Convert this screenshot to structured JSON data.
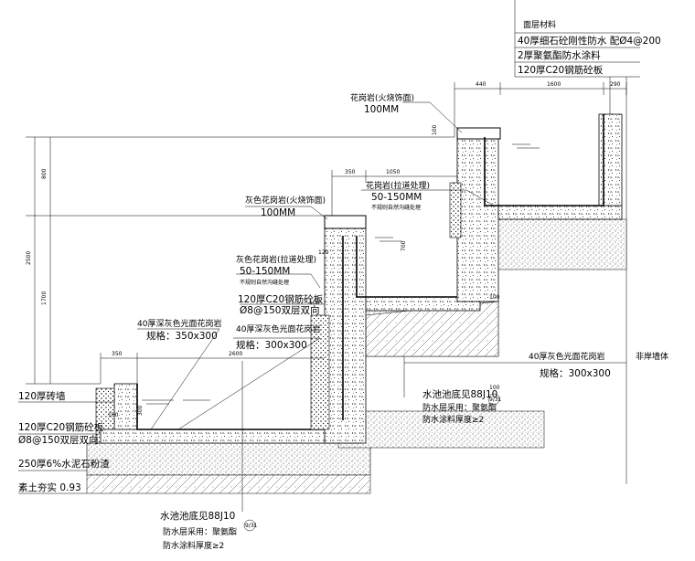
{
  "layers_table": {
    "header": "面层材料",
    "rows": [
      "40厚细石砼刚性防水 配Ø4@200",
      "2厚聚氨酯防水涂料",
      "120厚C20钢筋砼板"
    ]
  },
  "top_dims": [
    "440",
    "1600",
    "290"
  ],
  "mid_dims": [
    "350",
    "1050"
  ],
  "vertical_dims": [
    "2500",
    "800",
    "1700",
    "120",
    "700",
    "100"
  ],
  "small_dims": [
    "120",
    "100",
    "100",
    "100",
    "100",
    "100",
    "300",
    "350",
    "2600"
  ],
  "labels": {
    "granite_top": "花岗岩(火烧饰面)",
    "granite_top_thk": "100MM",
    "granite_mid": "花岗岩(拉道处理)",
    "granite_mid_thk": "50-150MM",
    "granite_mid_note": "不规则自然沟缝处理",
    "grey_granite_fire": "灰色花岗岩(火烧饰面)",
    "grey_granite_fire_thk": "100MM",
    "grey_granite_pull": "灰色花岗岩(拉道处理)",
    "grey_granite_pull_thk": "50-150MM",
    "grey_granite_pull_note": "不规则自然沟缝处理",
    "slab_left": "120厚C20钢筋砼板",
    "rebar_left": "Ø8@150双层双向",
    "grey_light_1": "40厚深灰色光面花岗岩",
    "grey_light_1_size": "规格：350x300",
    "dark_light": "40厚深灰色光面花岗岩",
    "dark_light_size": "规格：300x300",
    "brick_wall": "120厚砖墙",
    "slab_bottom": "120厚C20钢筋砼板",
    "rebar_bottom": "Ø8@150双层双向",
    "cement_base": "250厚6%水泥石粉渣",
    "soil": "素土夯实 0.93",
    "pool_ref_right": "水池池底见88J10",
    "pool_ref_right_circle": "9/31",
    "waterproof_right": "防水层采用：聚氨酯",
    "waterproof_thk_right": "防水涂料厚度≥2",
    "pool_ref_bottom": "水池池底见88J10",
    "pool_ref_bottom_circle": "9/31",
    "waterproof_bottom": "防水层采用：聚氨酯",
    "waterproof_thk_bottom": "防水涂料厚度≥2",
    "grey_light_right": "40厚灰色光面花岗岩",
    "grey_light_right_size": "规格：300x300",
    "wall_edge": "非岸墙体"
  }
}
